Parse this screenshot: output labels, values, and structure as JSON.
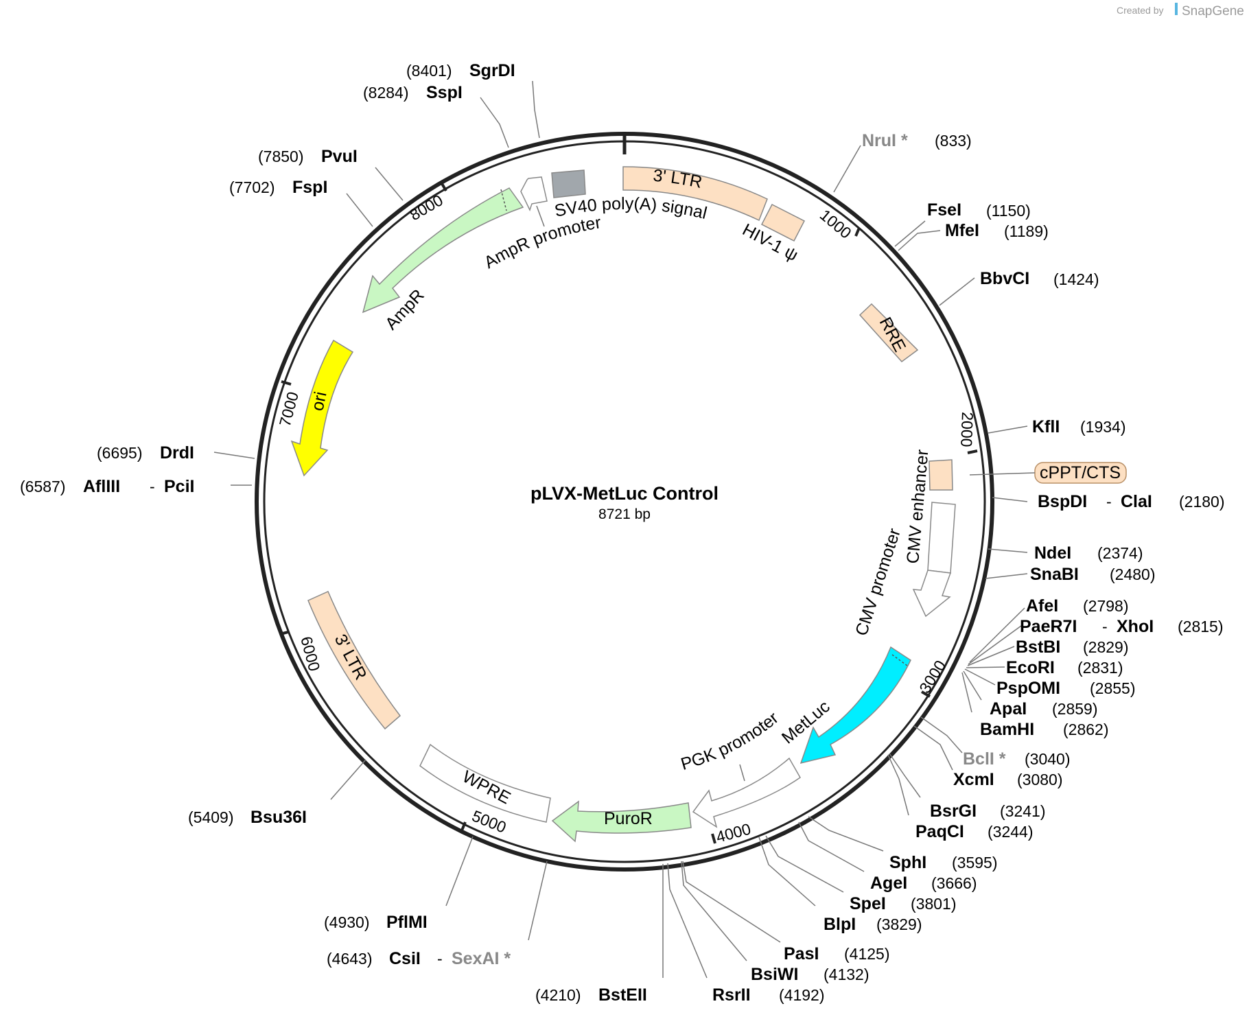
{
  "credit": {
    "prefix": "Created by",
    "brand": "SnapGene"
  },
  "plasmid": {
    "name": "pLVX-MetLuc Control",
    "length": "8721 bp"
  },
  "ticks": [
    "1000",
    "2000",
    "3000",
    "4000",
    "5000",
    "6000",
    "7000",
    "8000"
  ],
  "features": [
    {
      "name": "3' LTR"
    },
    {
      "name": "HIV-1 ψ"
    },
    {
      "name": "RRE"
    },
    {
      "name": "cPPT/CTS"
    },
    {
      "name": "CMV enhancer"
    },
    {
      "name": "CMV promoter"
    },
    {
      "name": "MetLuc"
    },
    {
      "name": "PGK promoter"
    },
    {
      "name": "PuroR"
    },
    {
      "name": "WPRE"
    },
    {
      "name": "3' LTR"
    },
    {
      "name": "ori"
    },
    {
      "name": "AmpR"
    },
    {
      "name": "AmpR promoter"
    },
    {
      "name": "SV40 poly(A) signal"
    }
  ],
  "sites": [
    {
      "name": "NruI *",
      "pos": "(833)"
    },
    {
      "name": "FseI",
      "pos": "(1150)"
    },
    {
      "name": "MfeI",
      "pos": "(1189)"
    },
    {
      "name": "BbvCI",
      "pos": "(1424)"
    },
    {
      "name": "KflI",
      "pos": "(1934)"
    },
    {
      "name": "BspDI",
      "name2": "ClaI",
      "pos": "(2180)"
    },
    {
      "name": "NdeI",
      "pos": "(2374)"
    },
    {
      "name": "SnaBI",
      "pos": "(2480)"
    },
    {
      "name": "AfeI",
      "pos": "(2798)"
    },
    {
      "name": "PaeR7I",
      "name2": "XhoI",
      "pos": "(2815)"
    },
    {
      "name": "BstBI",
      "pos": "(2829)"
    },
    {
      "name": "EcoRI",
      "pos": "(2831)"
    },
    {
      "name": "PspOMI",
      "pos": "(2855)"
    },
    {
      "name": "ApaI",
      "pos": "(2859)"
    },
    {
      "name": "BamHI",
      "pos": "(2862)"
    },
    {
      "name": "BclI *",
      "pos": "(3040)"
    },
    {
      "name": "XcmI",
      "pos": "(3080)"
    },
    {
      "name": "BsrGI",
      "pos": "(3241)"
    },
    {
      "name": "PaqCI",
      "pos": "(3244)"
    },
    {
      "name": "SphI",
      "pos": "(3595)"
    },
    {
      "name": "AgeI",
      "pos": "(3666)"
    },
    {
      "name": "SpeI",
      "pos": "(3801)"
    },
    {
      "name": "BlpI",
      "pos": "(3829)"
    },
    {
      "name": "PasI",
      "pos": "(4125)"
    },
    {
      "name": "BsiWI",
      "pos": "(4132)"
    },
    {
      "name": "RsrII",
      "pos": "(4192)"
    },
    {
      "name": "BstEII",
      "pos": "(4210)"
    },
    {
      "name": "CsiI",
      "name2": "SexAI *",
      "pos": "(4643)"
    },
    {
      "name": "PflMI",
      "pos": "(4930)"
    },
    {
      "name": "Bsu36I",
      "pos": "(5409)"
    },
    {
      "name": "AflIII",
      "name2": "PciI",
      "pos": "(6587)"
    },
    {
      "name": "DrdI",
      "pos": "(6695)"
    },
    {
      "name": "FspI",
      "pos": "(7702)"
    },
    {
      "name": "PvuI",
      "pos": "(7850)"
    },
    {
      "name": "SspI",
      "pos": "(8284)"
    },
    {
      "name": "SgrDI",
      "pos": "(8401)"
    }
  ],
  "colors": {
    "ltr": "#fde0c3",
    "amp": "#c9f7c3",
    "ori": "#ffff00",
    "metluc": "#00eeff",
    "sv40": "#a1a7ac",
    "promoter": "#ffffff",
    "outline": "#888888"
  }
}
